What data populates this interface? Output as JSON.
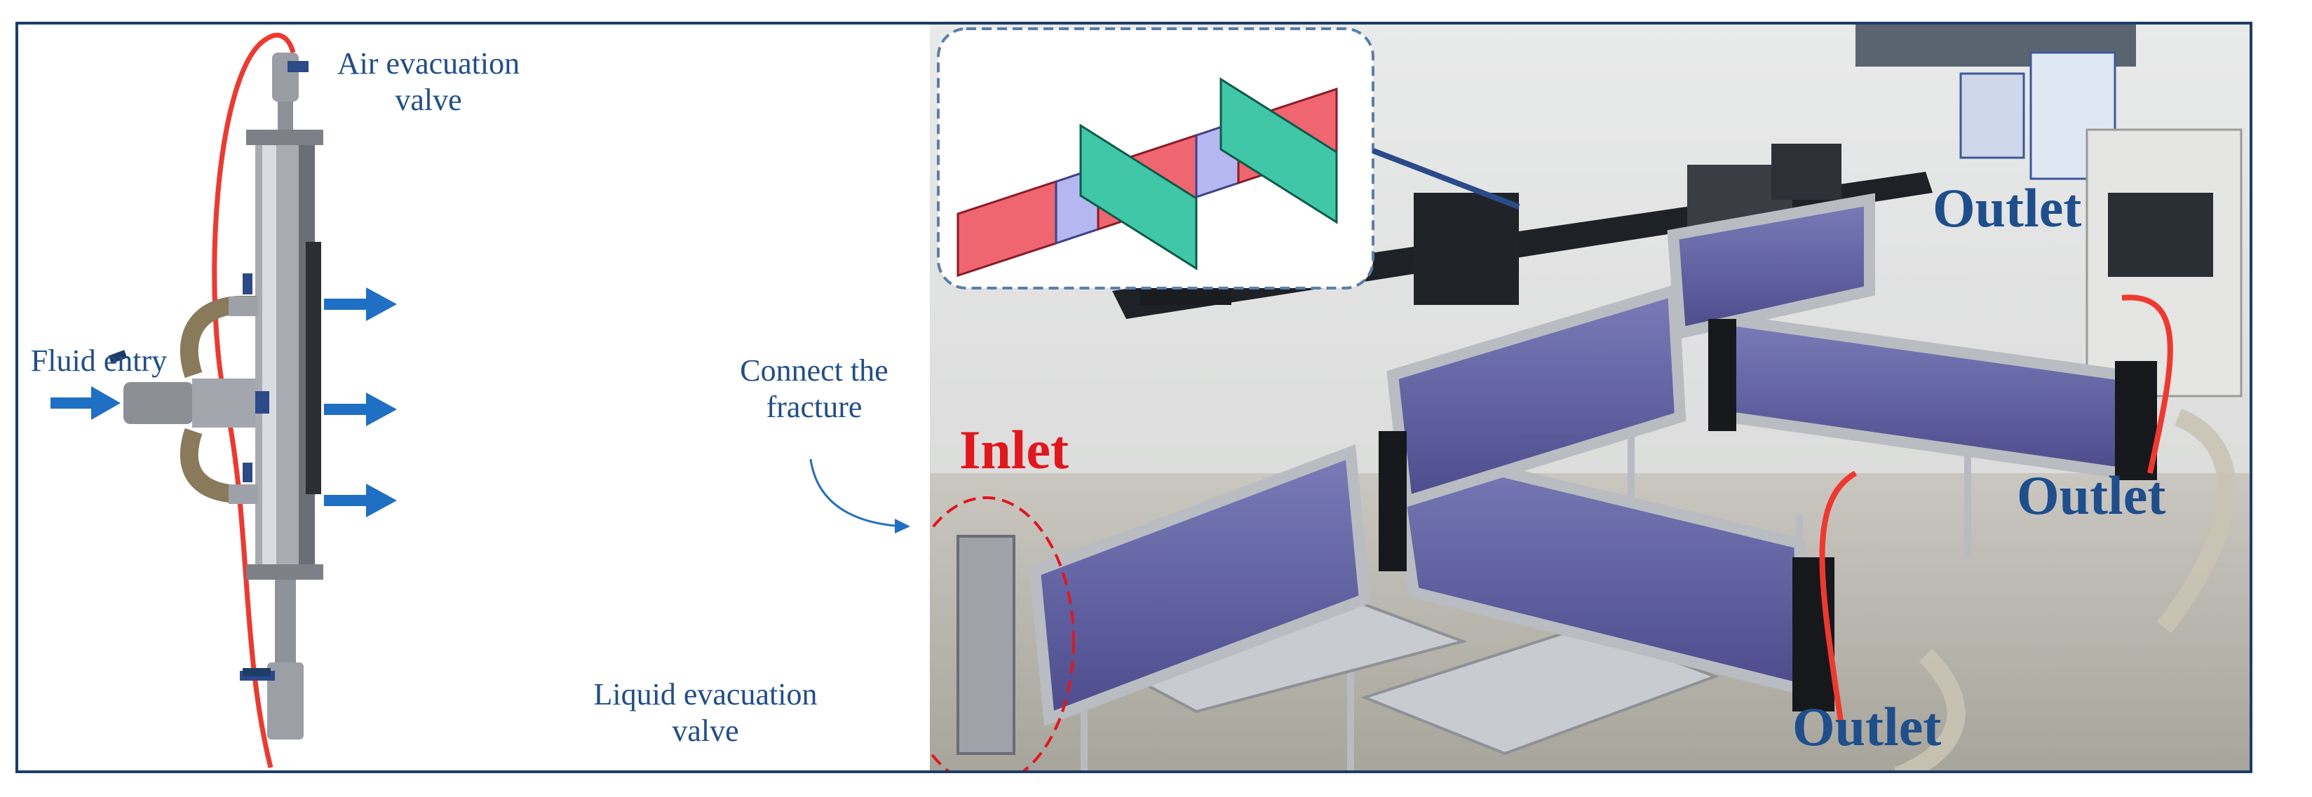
{
  "left_panel": {
    "air_valve_line1": "Air evacuation",
    "air_valve_line2": "valve",
    "fluid_entry": "Fluid entry",
    "connect_line1": "Connect the",
    "connect_line2": "fracture",
    "liquid_valve_line1": "Liquid evacuation",
    "liquid_valve_line2": "valve"
  },
  "photo_panel": {
    "inlet": "Inlet",
    "outlet_top": "Outlet",
    "outlet_right": "Outlet",
    "outlet_bottom": "Outlet"
  },
  "colors": {
    "label_blue": "#1f4e8c",
    "arrow_blue": "#1f6fc4",
    "inlet_red": "#e3161d",
    "frame": "#1d3d66",
    "tube_red": "#f0382e",
    "fracture_red": "#ef6570",
    "fracture_green": "#3fc7a8",
    "junction_purple": "#b4b7f0"
  }
}
